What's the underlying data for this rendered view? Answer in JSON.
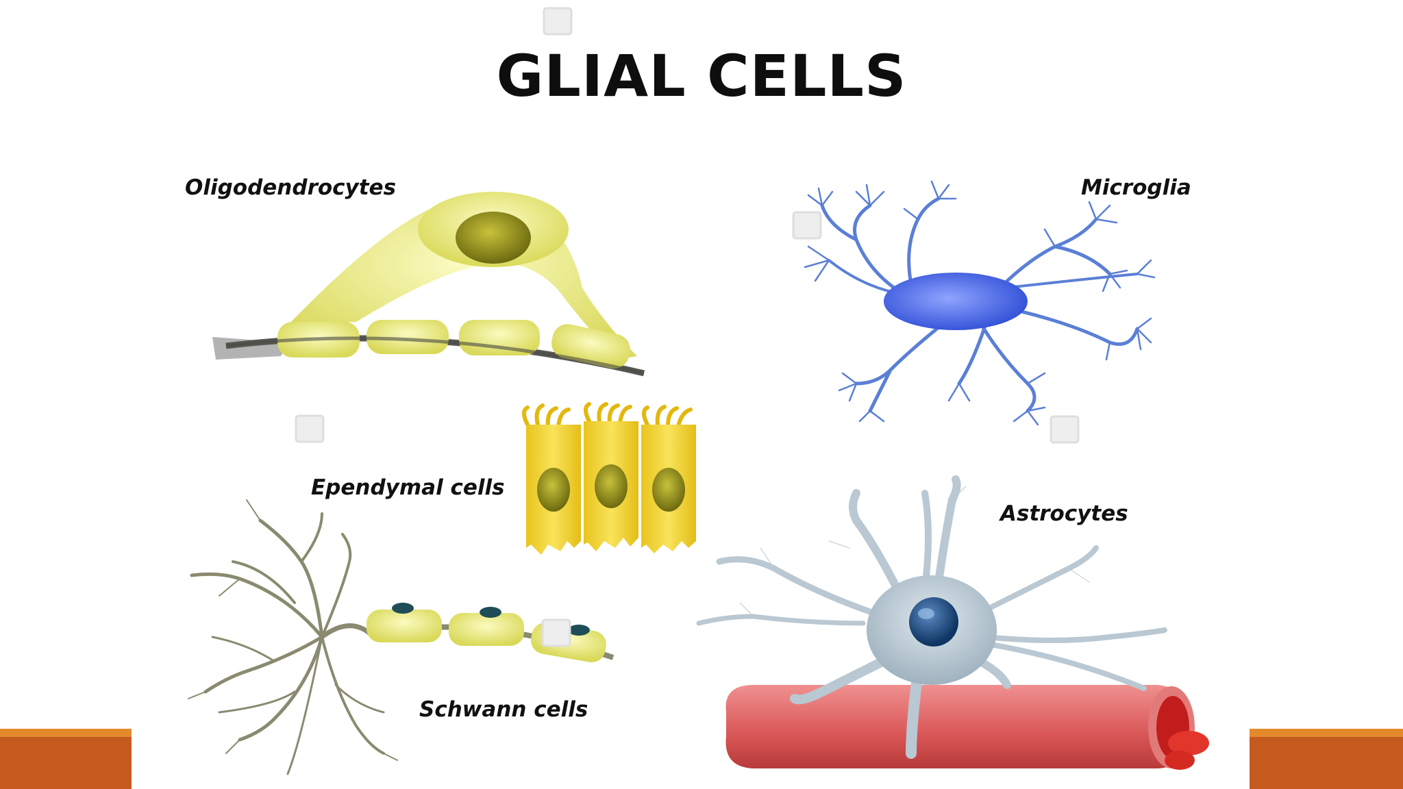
{
  "slide": {
    "title": "GLIAL CELLS",
    "accent_color": "#c55a1f",
    "accent_stripe": "#e38a2d"
  },
  "labels": {
    "oligodendrocytes": "Oligodendrocytes",
    "microglia": "Microglia",
    "ependymal": "Ependymal cells",
    "astrocytes": "Astrocytes",
    "schwann": "Schwann cells"
  },
  "colors": {
    "glia_yellow": "#e8e87a",
    "nucleus_olive": "#8f8c1c",
    "microglia_blue": "#3d5ee0",
    "astrocyte_grey": "#b9c8d2",
    "vessel_red": "#d95a5a",
    "ependymal_yellow": "#f2d42c",
    "axon_grey": "#7a7a6a"
  }
}
